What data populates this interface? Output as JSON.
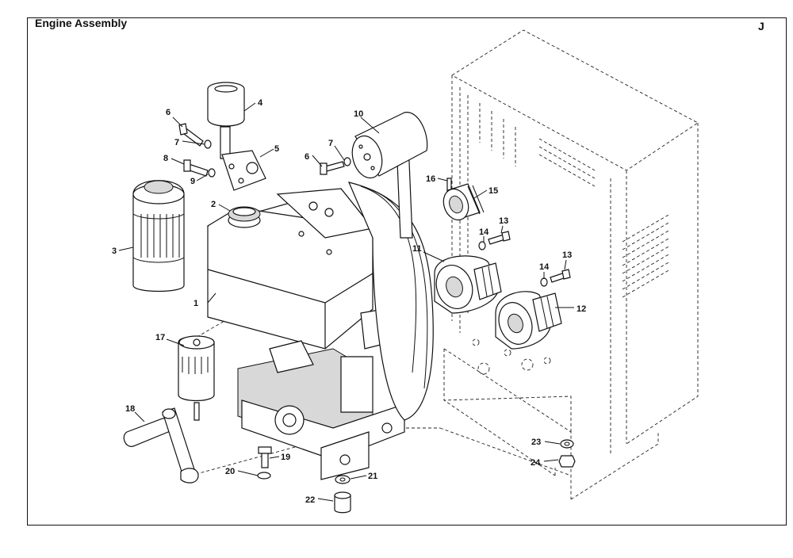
{
  "title": "Engine Assembly",
  "section": "J",
  "callouts": {
    "c1": "1",
    "c2": "2",
    "c3": "3",
    "c4": "4",
    "c5": "5",
    "c6a": "6",
    "c6b": "6",
    "c7a": "7",
    "c7b": "7",
    "c8": "8",
    "c9": "9",
    "c10": "10",
    "c11": "11",
    "c12": "12",
    "c13a": "13",
    "c13b": "13",
    "c14a": "14",
    "c14b": "14",
    "c15": "15",
    "c16": "16",
    "c17": "17",
    "c18": "18",
    "c19": "19",
    "c20": "20",
    "c21": "21",
    "c22": "22",
    "c23": "23",
    "c24": "24"
  }
}
